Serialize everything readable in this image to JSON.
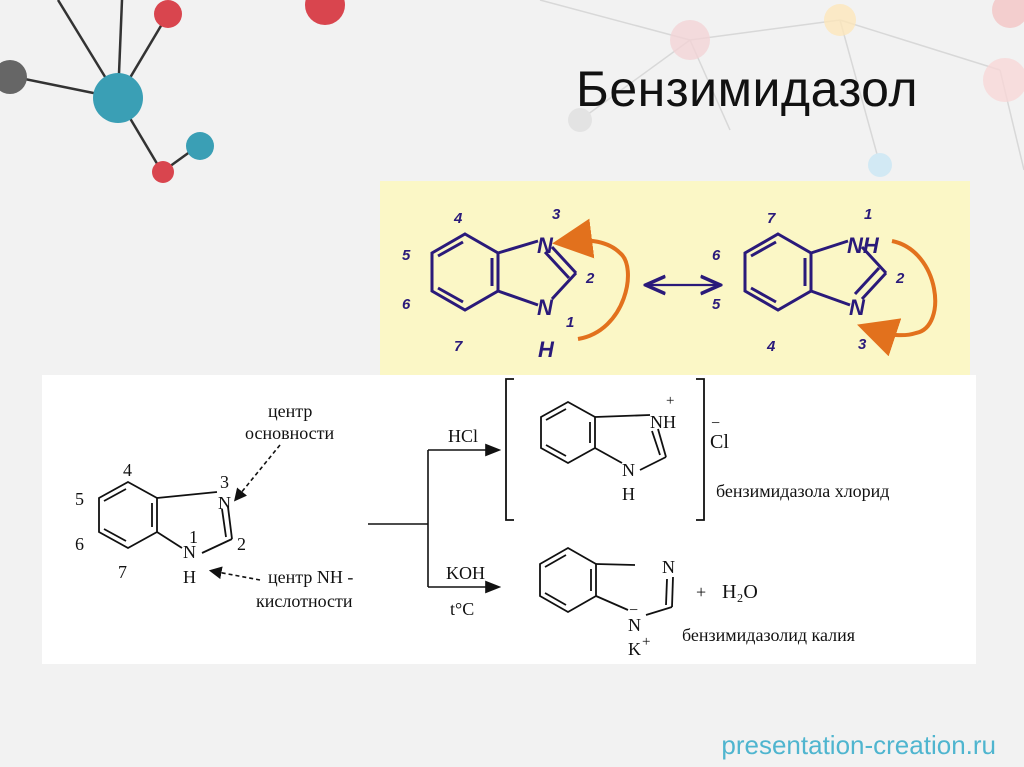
{
  "title": "Бензимидазол",
  "footer": "presentation-creation.ru",
  "colors": {
    "structure_blue": "#2a1a7a",
    "arrow_orange": "#e2711d",
    "yellow_bg": "#fbf7c6",
    "url_color": "#4fb5cf"
  },
  "tautomer": {
    "left": {
      "atom_labels": [
        "4",
        "5",
        "6",
        "7",
        "3",
        "2",
        "1"
      ],
      "n_top": "N",
      "n_bottom": "N",
      "h": "H"
    },
    "right": {
      "atom_labels": [
        "7",
        "6",
        "5",
        "4",
        "1",
        "2",
        "3"
      ],
      "nh_top": "NH",
      "n_bottom": "N"
    }
  },
  "reactions": {
    "left_labels": {
      "c4": "4",
      "c5": "5",
      "c6": "6",
      "c7": "7",
      "n3_num": "3",
      "c2_num": "2",
      "n1_num": "1",
      "n3": "N",
      "n1": "N",
      "h": "H"
    },
    "annotation_basic_1": "центр",
    "annotation_basic_2": "основности",
    "annotation_acid_1": "центр NH -",
    "annotation_acid_2": "кислотности",
    "reagent_hcl": "HCl",
    "reagent_koh": "KOH",
    "reagent_temp": "t°C",
    "product1_nh": "NH",
    "product1_plus": "+",
    "product1_n": "N",
    "product1_h": "H",
    "product1_minus": "−",
    "product1_cl": "Cl",
    "product1_name": "бензимидазола хлорид",
    "product2_n_top": "N",
    "product2_n_bottom": "N",
    "product2_minus": "−",
    "product2_k": "K",
    "product2_kplus": "+",
    "product2_plus": "+",
    "product2_h2o": "H₂O",
    "product2_name": "бензимидазолид калия"
  }
}
